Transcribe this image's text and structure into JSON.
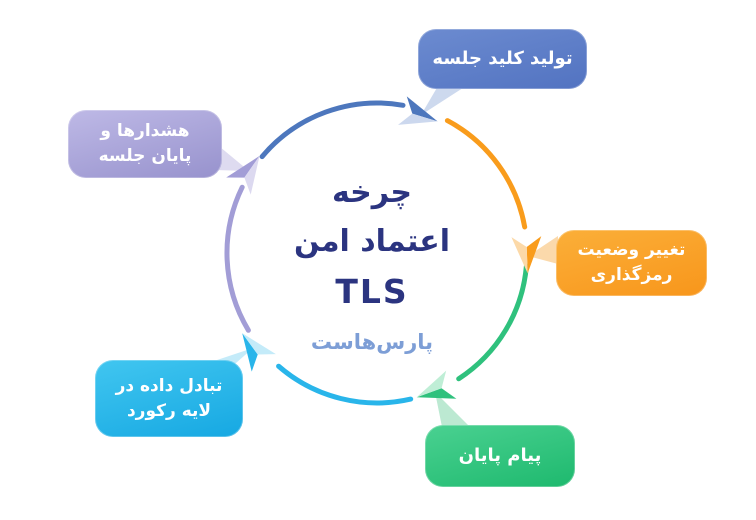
{
  "diagram": {
    "type": "cycle-diagram",
    "title_lines": [
      "چرخه",
      "اعتماد امن",
      "TLS"
    ],
    "title_color": "#2b3480",
    "logo_text": "پارس‌هاست",
    "logo_color": "#7d9ed6",
    "background": "#ffffff"
  },
  "nodes": [
    {
      "id": "generate-session-key",
      "label": "تولید کلید جلسه",
      "color_top": "#6c8bd0",
      "color_bottom": "#5273c1",
      "tail_color": "#cdd9ee"
    },
    {
      "id": "change-cipher-state",
      "label": "تغییر وضعیت رمزگذاری",
      "color_top": "#fbaf39",
      "color_bottom": "#f8961b",
      "tail_color": "#fbd9ab"
    },
    {
      "id": "finished-message",
      "label": "پیام پایان",
      "color_top": "#4ad191",
      "color_bottom": "#1eb96e",
      "tail_color": "#bce9d2"
    },
    {
      "id": "record-layer-exchange",
      "label": "تبادل داده در لایه رکورد",
      "color_top": "#41c6f0",
      "color_bottom": "#16a8e2",
      "tail_color": "#c4ebf9"
    },
    {
      "id": "alerts-session-end",
      "label": "هشدارها و پایان جلسه",
      "color_top": "#beb9e6",
      "color_bottom": "#9792cd",
      "tail_color": "#dedbf0"
    }
  ],
  "arcs": [
    {
      "from": "alerts-session-end",
      "to": "generate-session-key",
      "color": "#4d77bd",
      "color_light": "#ccd8ee"
    },
    {
      "from": "generate-session-key",
      "to": "change-cipher-state",
      "color": "#f99c1c",
      "color_light": "#fcd9a8"
    },
    {
      "from": "change-cipher-state",
      "to": "finished-message",
      "color": "#2fc17d",
      "color_light": "#bfeed6"
    },
    {
      "from": "finished-message",
      "to": "record-layer-exchange",
      "color": "#29b5ea",
      "color_light": "#c4ebf9"
    },
    {
      "from": "record-layer-exchange",
      "to": "alerts-session-end",
      "color": "#a29dd6",
      "color_light": "#dcd9f0"
    }
  ]
}
